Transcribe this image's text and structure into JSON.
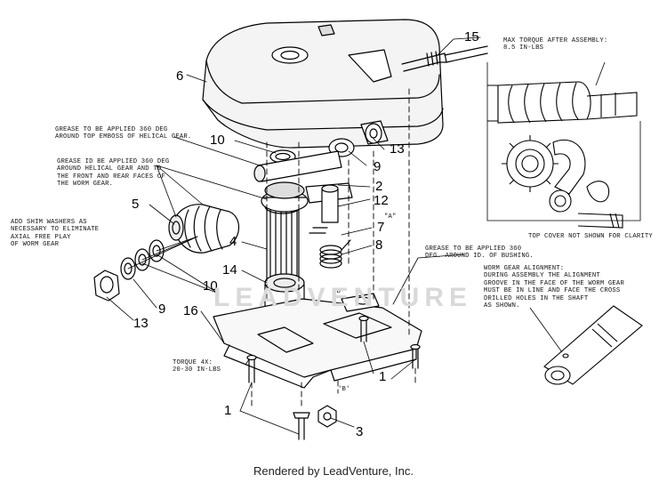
{
  "watermark": "LEADVENTURE",
  "footer": "Rendered by LeadVenture, Inc.",
  "notes": {
    "grease_top": [
      "GREASE TO BE APPLIED 360 DEG",
      "AROUND TOP EMBOSS OF HELICAL GEAR."
    ],
    "grease_id": [
      "GREASE ID BE APPLIED 360 DEG",
      "AROUND HELICAL GEAR AND TO",
      "THE FRONT AND REAR FACES OF",
      "THE WORM GEAR."
    ],
    "shim": [
      "ADD SHIM WASHERS AS",
      "NECESSARY TO ELIMINATE",
      "AXIAL FREE PLAY",
      "OF WORM GEAR"
    ],
    "torque_max": [
      "MAX TORQUE AFTER ASSEMBLY:",
      "8.5 IN-LBS"
    ],
    "top_cover": [
      "TOP COVER NOT SHOWN FOR CLARITY"
    ],
    "grease_bushing": [
      "GREASE TO BE APPLIED 360",
      "DEG. AROUND ID. OF BUSHING."
    ],
    "worm_align": [
      "WORM GEAR ALIGNMENT:",
      "DURING ASSEMBLY THE ALIGNMENT",
      "GROOVE IN THE FACE OF THE WORM GEAR",
      "MUST BE IN LINE AND FACE THE CROSS",
      "DRILLED HOLES IN THE SHAFT",
      "AS SHOWN."
    ],
    "torque_4x": [
      "TORQUE 4X:",
      "20-30 IN-LBS"
    ],
    "ref_a": [
      "\"A\""
    ],
    "ref_b1": [
      "\"B\""
    ],
    "ref_b2": [
      "'B'"
    ]
  },
  "callouts": {
    "c15": "15",
    "c6": "6",
    "c10a": "10",
    "c13a": "13",
    "c9a": "9",
    "c2": "2",
    "c12": "12",
    "c5": "5",
    "c7": "7",
    "c4": "4",
    "c8": "8",
    "c14": "14",
    "c10b": "10",
    "c9b": "9",
    "c13b": "13",
    "c16": "16",
    "c1a": "1",
    "c1b": "1",
    "c3": "3"
  }
}
